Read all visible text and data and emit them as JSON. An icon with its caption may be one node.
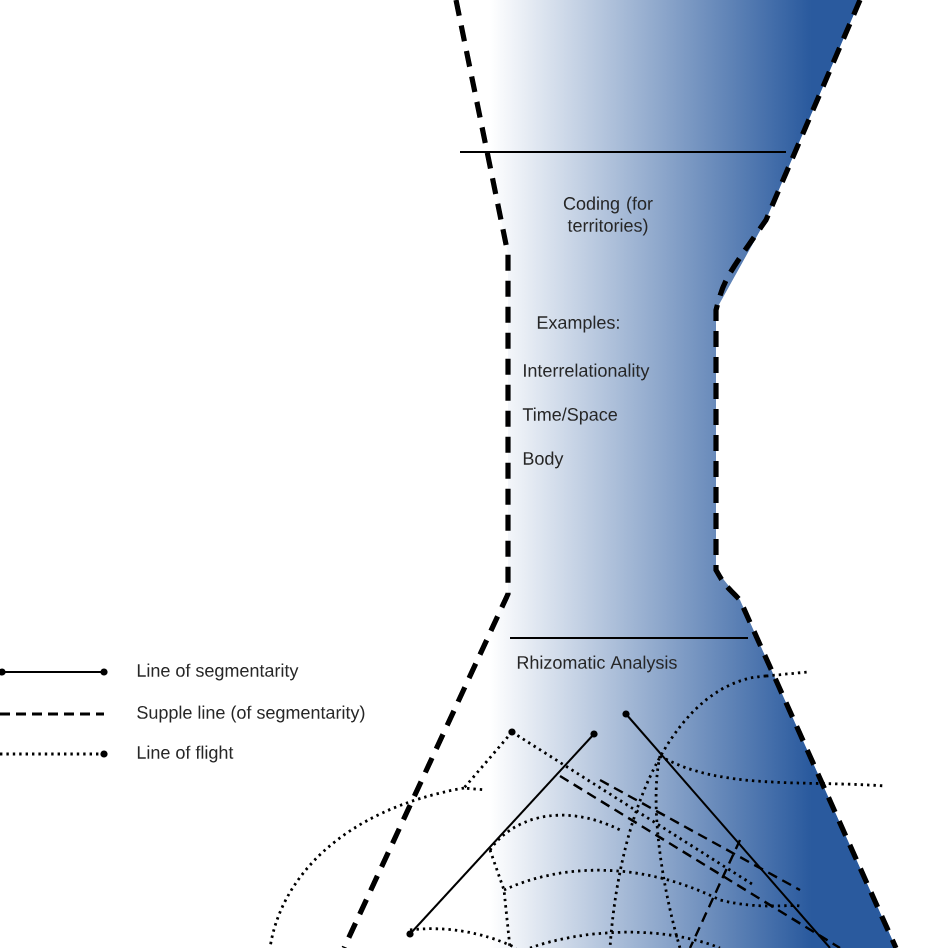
{
  "diagram": {
    "labels": [
      "Coding (for territories)",
      "Examples:",
      "Interrelationality",
      "Time/Space",
      "Body",
      "Rhizomatic Analysis"
    ],
    "legend": [
      {
        "text": "Line of segmentarity"
      },
      {
        "text": "Supple line (of segmentarity)"
      },
      {
        "text": "Line of flight"
      }
    ]
  }
}
